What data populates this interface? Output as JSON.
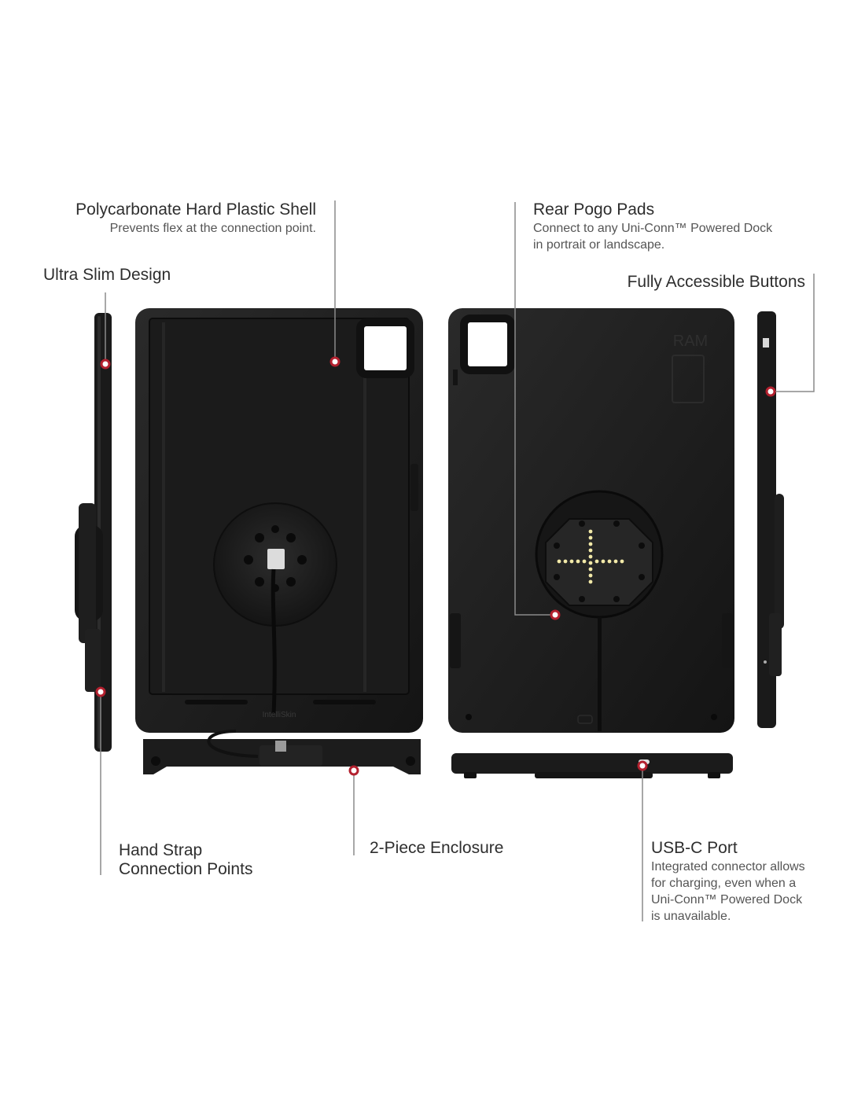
{
  "callouts": {
    "shell": {
      "title": "Polycarbonate Hard Plastic Shell",
      "desc": "Prevents flex at the connection point."
    },
    "pogo": {
      "title": "Rear Pogo Pads",
      "desc_line1": "Connect to any Uni-Conn™ Powered Dock",
      "desc_line2": "in portrait or landscape."
    },
    "slim": {
      "title": "Ultra Slim Design"
    },
    "buttons": {
      "title": "Fully Accessible Buttons"
    },
    "strap": {
      "title_line1": "Hand Strap",
      "title_line2": "Connection Points"
    },
    "enclosure": {
      "title": "2-Piece Enclosure"
    },
    "usbc": {
      "title": "USB-C Port",
      "desc_line1": "Integrated connector allows",
      "desc_line2": "for charging, even when a",
      "desc_line3": "Uni-Conn™ Powered Dock",
      "desc_line4": "is unavailable."
    }
  },
  "product_marks": {
    "brand": "RAM",
    "strap_label": "IntelliSkin"
  },
  "colors": {
    "case": "#1f1f1f",
    "case_edge": "#0d0d0d",
    "leader": "#8a8a8a",
    "marker": "#b3202e",
    "pogo": "#f2e9a8"
  }
}
